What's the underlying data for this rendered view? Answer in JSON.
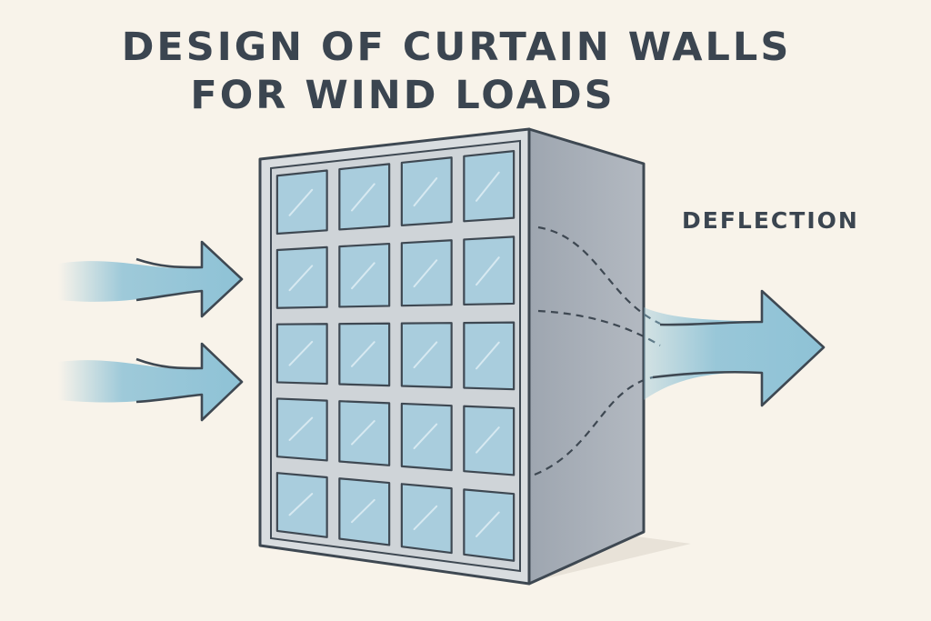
{
  "title": {
    "line1": "DESIGN OF CURTAIN WALLS",
    "line2": "FOR WIND LOADS"
  },
  "labels": {
    "deflection": "DEFLECTION"
  },
  "icons": {
    "wind_in": "wind-arrow-icon",
    "wind_out": "wind-arrow-icon"
  },
  "colors": {
    "background": "#f8f3ea",
    "text": "#3b4550",
    "glass": "#a9cddd",
    "building_side": "#a6adb6",
    "frame": "#d9dde0",
    "outline": "#3e4852",
    "wind": "#8ec2d6"
  },
  "facade": {
    "columns": 4,
    "rows": 5
  }
}
